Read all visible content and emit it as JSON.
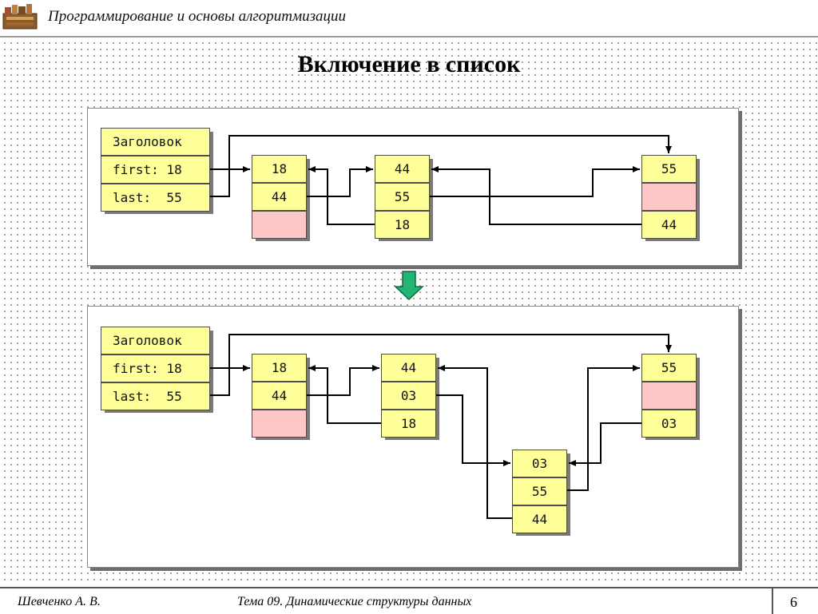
{
  "header": {
    "title": "Программирование и основы алгоритмизации"
  },
  "slide": {
    "title": "Включение в список"
  },
  "diagram_before": {
    "header_block": {
      "title": "Заголовок",
      "first": "first: 18",
      "last": "last:  55"
    },
    "nodes": [
      {
        "key": "18",
        "next": "44",
        "prev": ""
      },
      {
        "key": "44",
        "next": "55",
        "prev": "18"
      },
      {
        "key": "55",
        "next": "",
        "prev": "44"
      }
    ]
  },
  "diagram_after": {
    "header_block": {
      "title": "Заголовок",
      "first": "first: 18",
      "last": "last:  55"
    },
    "nodes": [
      {
        "key": "18",
        "next": "44",
        "prev": ""
      },
      {
        "key": "44",
        "next": "03",
        "prev": "18"
      },
      {
        "key": "55",
        "next": "",
        "prev": "03"
      },
      {
        "key": "03",
        "next": "55",
        "prev": "44"
      }
    ]
  },
  "footer": {
    "author": "Шевченко А. В.",
    "topic": "Тема 09. Динамические структуры данных",
    "page": "6"
  },
  "colors": {
    "cell": "#ffff99",
    "empty_cell": "#ffc8c8",
    "arrow": "#22b573"
  }
}
